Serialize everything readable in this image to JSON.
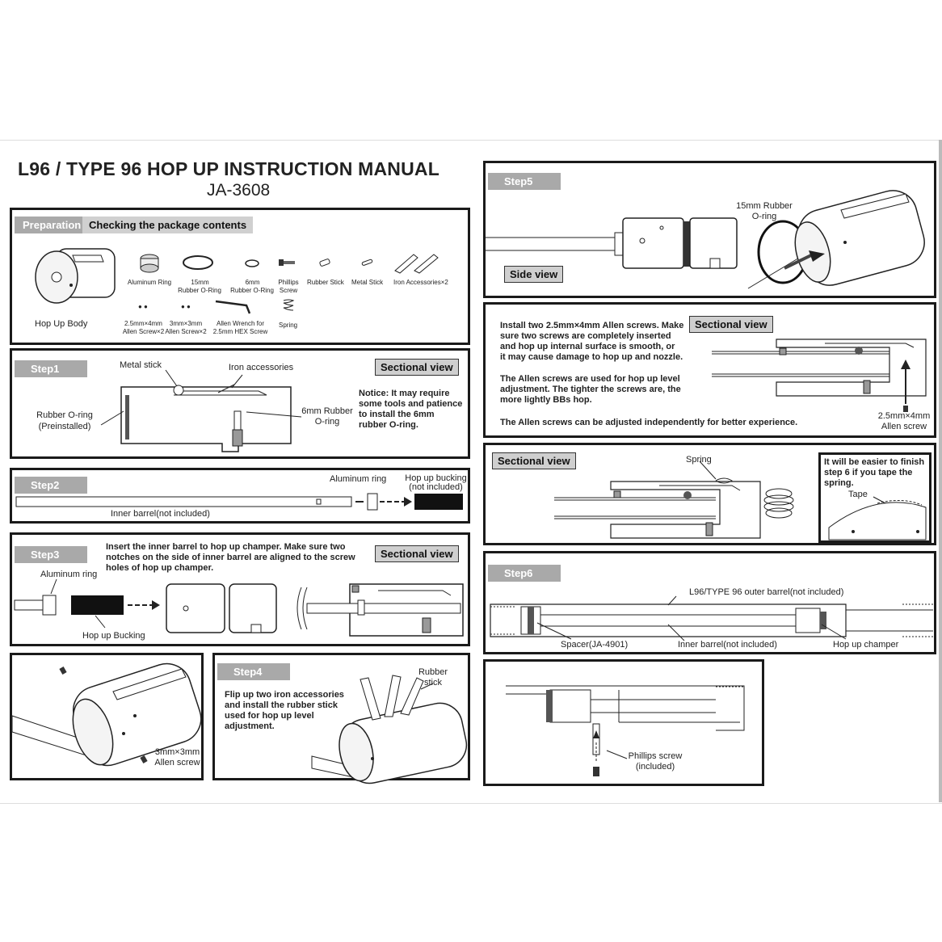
{
  "title": "L96 / TYPE 96 HOP UP INSTRUCTION MANUAL",
  "model": "JA-3608",
  "preparation": {
    "tag": "Preparation",
    "heading": "Checking the package contents",
    "items": {
      "body": "Hop Up Body",
      "al_ring": "Aluminum Ring",
      "oring15_a": "15mm",
      "oring15_b": "Rubber O-Ring",
      "oring6_a": "6mm",
      "oring6_b": "Rubber O-Ring",
      "phillips_a": "Phillips",
      "phillips_b": "Screw",
      "rubber_stick": "Rubber Stick",
      "metal_stick": "Metal Stick",
      "iron_acc": "Iron Accessories×2",
      "screw25_a": "2.5mm×4mm",
      "screw25_b": "Allen Screw×2",
      "screw3_a": "3mm×3mm",
      "screw3_b": "Allen Screw×2",
      "wrench_a": "Allen Wrench for",
      "wrench_b": "2.5mm HEX Screw",
      "spring": "Spring"
    }
  },
  "step1": {
    "tag": "Step1",
    "section": "Sectional view",
    "metal_stick": "Metal stick",
    "iron_acc": "Iron accessories",
    "oring_a": "Rubber O-ring",
    "oring_b": "(Preinstalled)",
    "oring6_a": "6mm Rubber",
    "oring6_b": "O-ring",
    "notice_1": "Notice: It may require",
    "notice_2": "some tools and patience",
    "notice_3": "to install the 6mm",
    "notice_4": "rubber O-ring."
  },
  "step2": {
    "tag": "Step2",
    "al_ring": "Aluminum ring",
    "bucking_a": "Hop up bucking",
    "bucking_b": "(not included)",
    "inner": "Inner barrel(not included)"
  },
  "step3": {
    "tag": "Step3",
    "section": "Sectional view",
    "text_1": "Insert the inner barrel to hop up champer. Make sure two",
    "text_2": "notches on the side of inner barrel are aligned to the screw",
    "text_3": "holes of hop up champer.",
    "al_ring": "Aluminum ring",
    "bucking": "Hop up Bucking"
  },
  "step3b": {
    "screw_a": "3mm×3mm",
    "screw_b": "Allen screw"
  },
  "step4": {
    "tag": "Step4",
    "stick_a": "Rubber",
    "stick_b": "stick",
    "text_1": "Flip up two iron accessories",
    "text_2": "and install the rubber stick",
    "text_3": "used for hop up level",
    "text_4": "adjustment."
  },
  "step5": {
    "tag": "Step5",
    "side": "Side view",
    "oring_a": "15mm Rubber",
    "oring_b": "O-ring"
  },
  "step5b": {
    "section": "Sectional view",
    "p1_1": "Install two 2.5mm×4mm Allen screws. Make",
    "p1_2": "sure two screws are completely inserted",
    "p1_3": "and hop up internal surface is smooth, or",
    "p1_4": "it may cause damage to hop up and nozzle.",
    "p2_1": "The Allen screws are used for hop up level",
    "p2_2": "adjustment. The tighter the screws are, the",
    "p2_3": "more lightly BBs hop.",
    "p3": "The Allen screws can be adjusted independently for better experience.",
    "screw_a": "2.5mm×4mm",
    "screw_b": "Allen screw"
  },
  "step5c": {
    "section": "Sectional view",
    "spring": "Spring",
    "tip_1": "It will be easier to finish",
    "tip_2": "step 6 if you tape the",
    "tip_3": "spring.",
    "tape": "Tape"
  },
  "step6": {
    "tag": "Step6",
    "outer": "L96/TYPE 96 outer barrel(not included)",
    "spacer": "Spacer(JA-4901)",
    "inner": "Inner barrel(not included)",
    "champer": "Hop up champer"
  },
  "step7": {
    "screw_a": "Phillips screw",
    "screw_b": "(included)"
  }
}
